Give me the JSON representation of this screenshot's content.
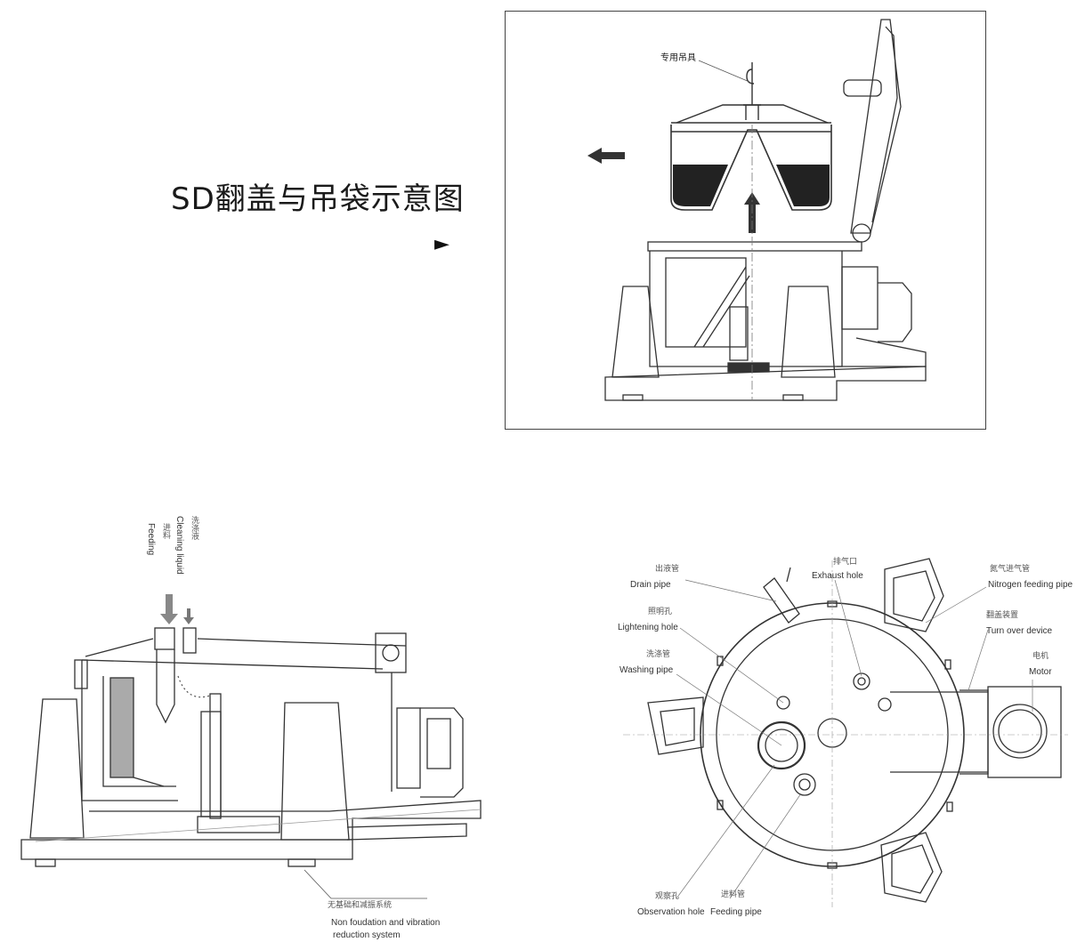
{
  "title": "SD翻盖与吊袋示意图",
  "marker": "►",
  "top_figure": {
    "label_cn": "专用吊具"
  },
  "side_figure": {
    "feeding_cn": "进料",
    "feeding_en": "Feeding",
    "cleaning_cn": "洗涤液",
    "cleaning_en": "Cleaning liquid",
    "foundation_cn": "无基础和减振系统",
    "foundation_en_1": "Non foudation and vibration",
    "foundation_en_2": "reduction system"
  },
  "plan_figure": {
    "labels": [
      {
        "key": "drain",
        "cn": "出液管",
        "en": "Drain pipe"
      },
      {
        "key": "exhaust",
        "cn": "排气口",
        "en": "Exhaust hole"
      },
      {
        "key": "nitrogen",
        "cn": "氮气进气管",
        "en": "Nitrogen feeding pipe"
      },
      {
        "key": "lightening",
        "cn": "照明孔",
        "en": "Lightening hole"
      },
      {
        "key": "turnover",
        "cn": "翻盖装置",
        "en": "Turn over device"
      },
      {
        "key": "washing",
        "cn": "洗涤管",
        "en": "Washing pipe"
      },
      {
        "key": "motor",
        "cn": "电机",
        "en": "Motor"
      },
      {
        "key": "observation",
        "cn": "观察孔",
        "en": "Observation hole"
      },
      {
        "key": "feeding",
        "cn": "进料管",
        "en": "Feeding pipe"
      }
    ]
  }
}
